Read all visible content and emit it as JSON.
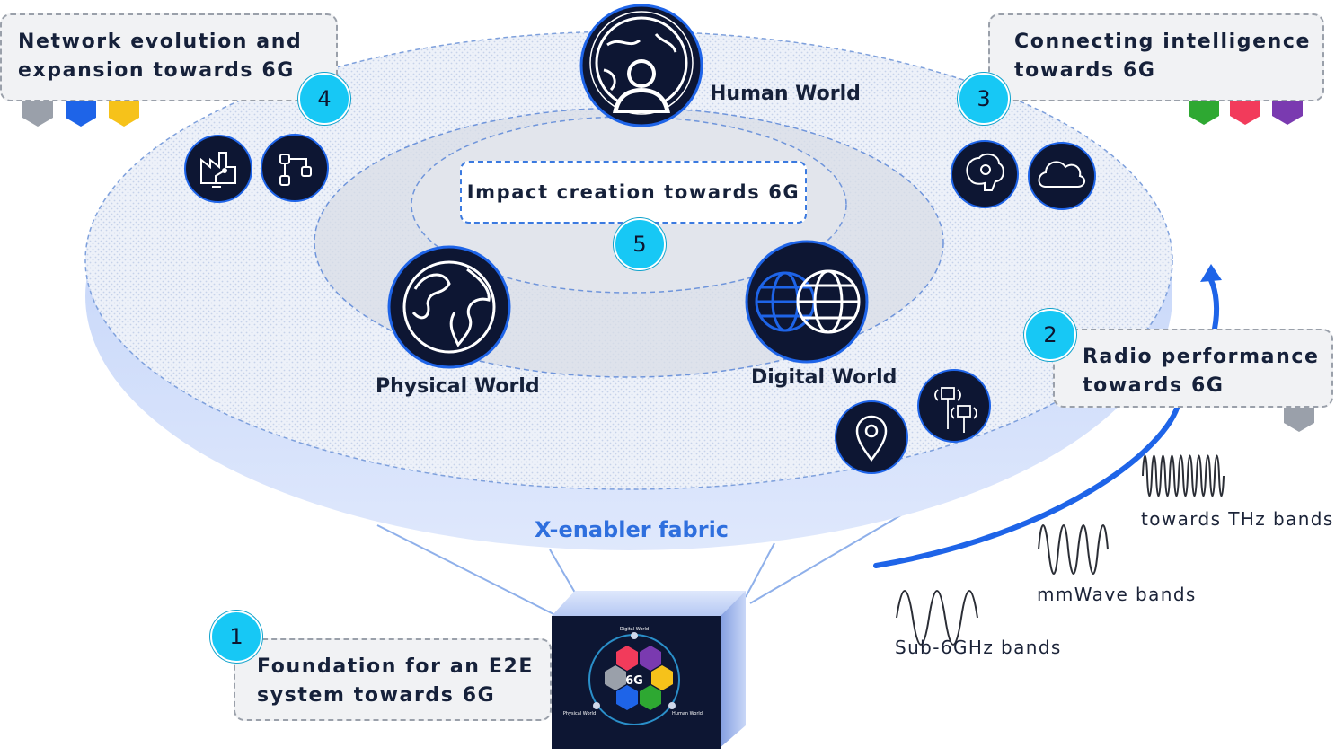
{
  "callouts": {
    "network": {
      "line1": "Network evolution and",
      "line2": "expansion towards 6G"
    },
    "intelligence": {
      "line1": "Connecting intelligence",
      "line2": "towards 6G"
    },
    "radio": {
      "line1": "Radio performance",
      "line2": "towards 6G"
    },
    "foundation": {
      "line1": "Foundation for an E2E",
      "line2": "system towards 6G"
    },
    "impact": "Impact creation towards 6G"
  },
  "badges": {
    "one": "1",
    "two": "2",
    "three": "3",
    "four": "4",
    "five": "5"
  },
  "worlds": {
    "human": "Human  World",
    "physical": "Physical  World",
    "digital": "Digital  World"
  },
  "fabric": "X-enabler fabric",
  "bands": {
    "sub6": "Sub-6GHz bands",
    "mmwave": "mmWave bands",
    "thz": "towards THz bands"
  },
  "hex_colors": {
    "network": [
      "#9aa0aa",
      "#1e64e8",
      "#f6c21a"
    ],
    "intelligence": [
      "#2ea832",
      "#f23b5b",
      "#7a3ab0"
    ],
    "radio": [
      "#9aa0aa"
    ]
  },
  "core_panel": {
    "center": "6G",
    "top": "Digital World",
    "left": "Physical World",
    "right": "Human World"
  },
  "icons": [
    "factory-robot-icon",
    "network-nodes-icon",
    "brain-gear-icon",
    "cloud-icon",
    "location-pin-icon",
    "antenna-icon",
    "human-world-icon",
    "physical-globe-icon",
    "digital-globe-icon"
  ],
  "colors": {
    "accent": "#17c8f5",
    "fabric": "#2f6fde",
    "icon_bg": "#0d1633",
    "arrow": "#1e64e8"
  }
}
